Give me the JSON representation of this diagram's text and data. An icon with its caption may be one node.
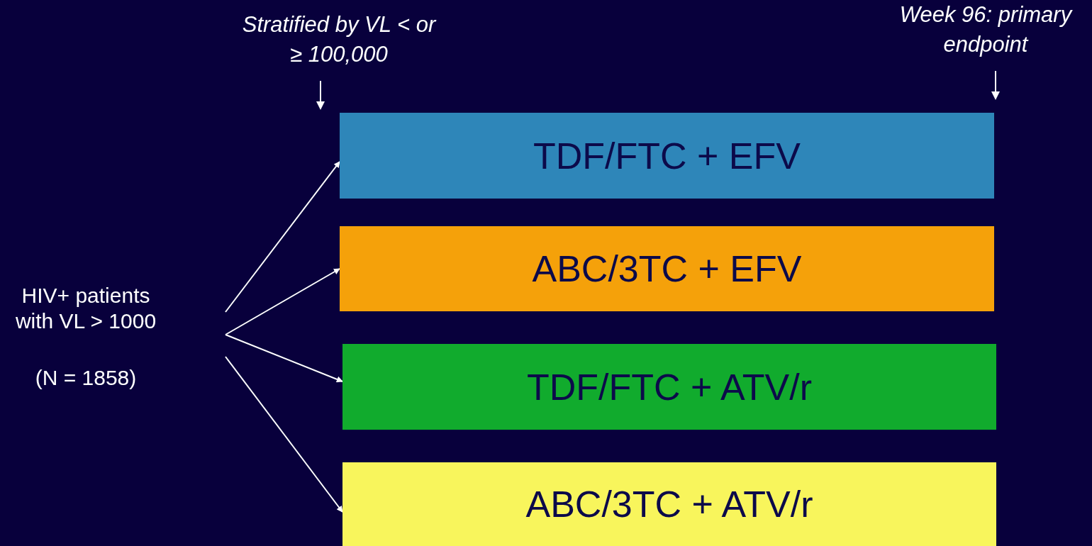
{
  "diagram": {
    "nodes": [
      {
        "text": [
          "HIV+ patients with VL > 1000",
          "(N = 1858)"
        ]
      },
      {
        "text": [
          "TDF/FTC + EFV"
        ]
      },
      {
        "text": [
          "ABC/3TC + EFV"
        ]
      },
      {
        "text": [
          "TDF/FTC + ATV/r"
        ]
      },
      {
        "text": [
          "ABC/3TC + ATV/r"
        ]
      }
    ],
    "edges": [
      {
        "from": 0,
        "to": 1,
        "arrow": "to"
      },
      {
        "from": 0,
        "to": 2,
        "arrow": "to"
      },
      {
        "from": 0,
        "to": 3,
        "arrow": "to"
      },
      {
        "from": 0,
        "to": 4,
        "arrow": "to"
      }
    ],
    "labels": [
      "Stratified by VL < or ≥ 100,000",
      "Week 96: primary endpoint"
    ]
  }
}
